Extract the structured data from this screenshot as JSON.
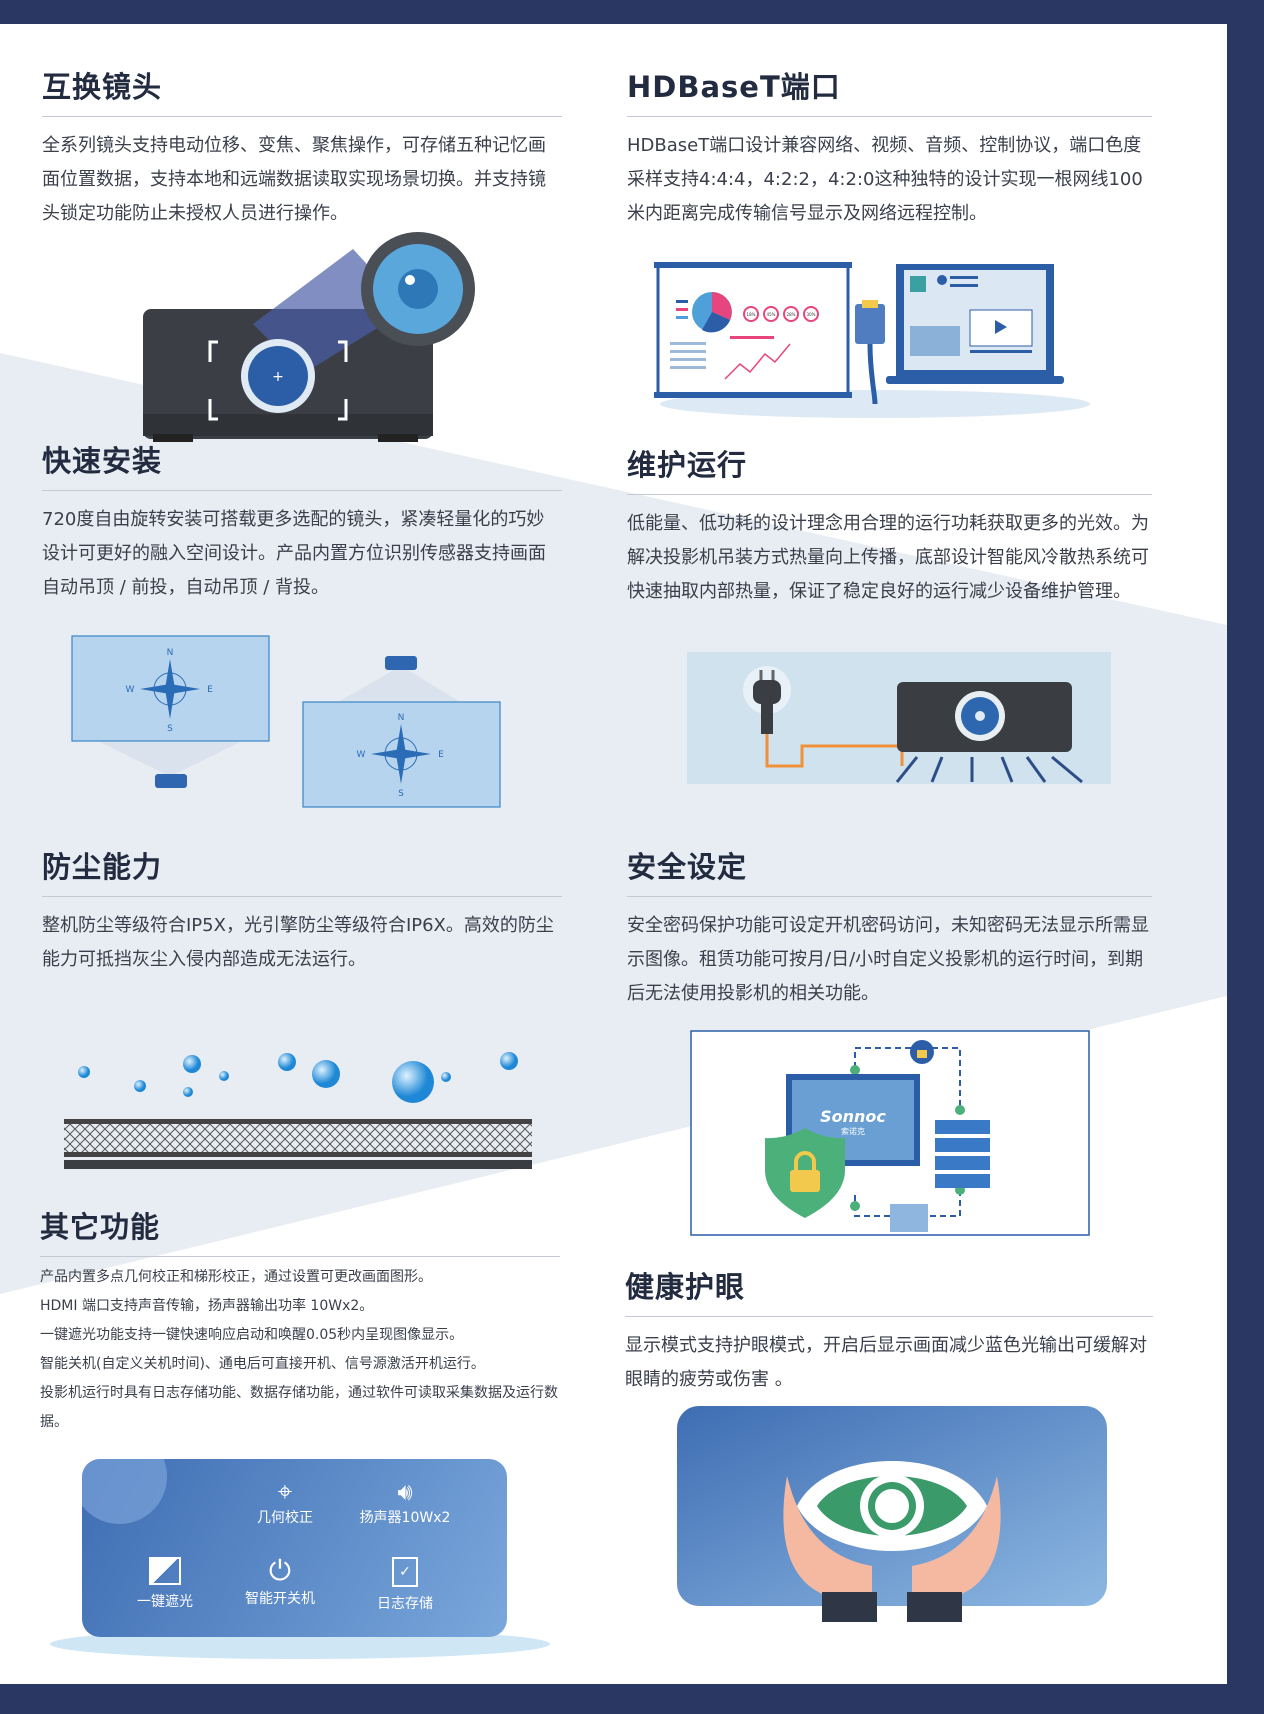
{
  "sections": {
    "lens": {
      "title": "互换镜头",
      "body": "全系列镜头支持电动位移、变焦、聚焦操作，可存储五种记忆画面位置数据，支持本地和远端数据读取实现场景切换。并支持镜头锁定功能防止未授权人员进行操作。"
    },
    "hdbaset": {
      "title": "HDBaseT端口",
      "body": "HDBaseT端口设计兼容网络、视频、音频、控制协议，端口色度采样支持4:4:4，4:2:2，4:2:0这种独特的设计实现一根网线100米内距离完成传输信号显示及网络远程控制。"
    },
    "install": {
      "title": "快速安装",
      "body": "720度自由旋转安装可搭载更多选配的镜头，紧凑轻量化的巧妙设计可更好的融入空间设计。产品内置方位识别传感器支持画面自动吊顶 / 前投，自动吊顶 / 背投。"
    },
    "maintain": {
      "title": "维护运行",
      "body": "低能量、低功耗的设计理念用合理的运行功耗获取更多的光效。为解决投影机吊装方式热量向上传播，底部设计智能风冷散热系统可快速抽取内部热量，保证了稳定良好的运行减少设备维护管理。"
    },
    "dust": {
      "title": "防尘能力",
      "body": "整机防尘等级符合IP5X，光引擎防尘等级符合IP6X。高效的防尘能力可抵挡灰尘入侵内部造成无法运行。"
    },
    "security": {
      "title": "安全设定",
      "body": "安全密码保护功能可设定开机密码访问，未知密码无法显示所需显示图像。租赁功能可按月/日/小时自定义投影机的运行时间，到期后无法使用投影机的相关功能。"
    },
    "other": {
      "title": "其它功能",
      "lines": [
        "产品内置多点几何校正和梯形校正，通过设置可更改画面图形。",
        "HDMI 端口支持声音传输，扬声器输出功率 10Wx2。",
        "一键遮光功能支持一键快速响应启动和唤醒0.05秒内呈现图像显示。",
        "智能关机(自定义关机时间)、通电后可直接开机、信号源激活开机运行。",
        "投影机运行时具有日志存储功能、数据存储功能，通过软件可读取采集数据及运行数据。"
      ]
    },
    "eyecare": {
      "title": "健康护眼",
      "body": "显示模式支持护眼模式，开启后显示画面减少蓝色光输出可缓解对眼睛的疲劳或伤害 。"
    }
  },
  "feature_panel": {
    "geometry": "几何校正",
    "speaker": "扬声器10Wx2",
    "shutter": "一键遮光",
    "power": "智能开关机",
    "log": "日志存储"
  },
  "compass": {
    "n": "N",
    "s": "S",
    "e": "E",
    "w": "W"
  },
  "brand": {
    "name": "Sonnoc",
    "sub": "索诺克"
  },
  "donut_labels": [
    "18%",
    "45%",
    "28%",
    "30%"
  ],
  "colors": {
    "frame": "#2b3763",
    "accent": "#2d67b7",
    "title": "#222b3f"
  }
}
